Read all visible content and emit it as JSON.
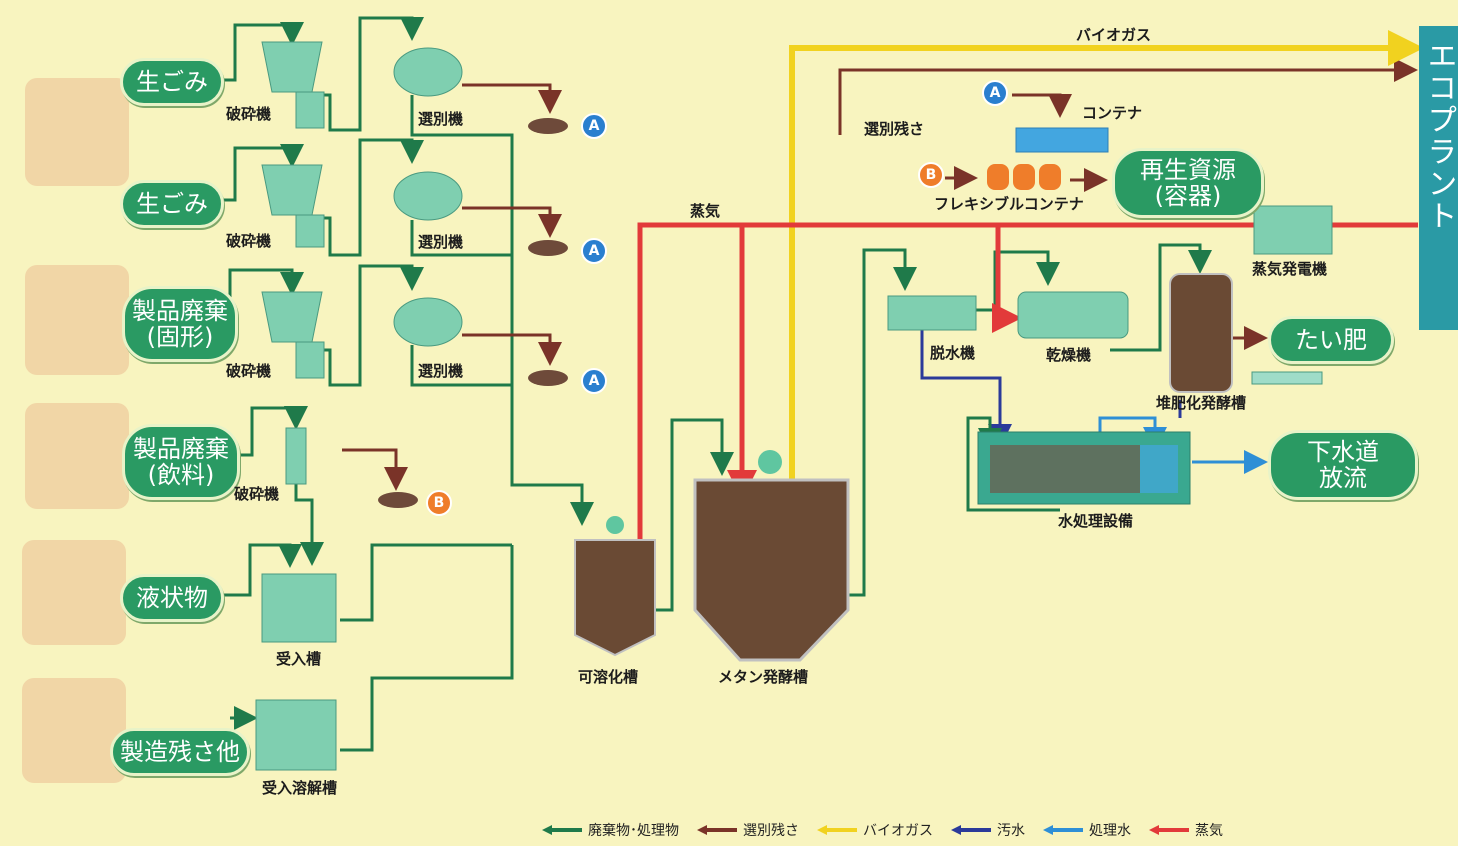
{
  "sources": [
    {
      "label": "生ごみ"
    },
    {
      "label": "生ごみ"
    },
    {
      "label": "製品廃棄\n(固形)"
    },
    {
      "label": "製品廃棄\n(飲料)"
    },
    {
      "label": "液状物"
    },
    {
      "label": "製造残さ他"
    }
  ],
  "equipment": {
    "crusher": "破砕機",
    "sorter": "選別機",
    "receiving_tank": "受入槽",
    "dissolving_tank": "受入溶解槽",
    "solubilization_tank": "可溶化槽",
    "methane_tank": "メタン発酵槽",
    "dehydrator": "脱水機",
    "dryer": "乾燥機",
    "compost_tank": "堆肥化発酵槽",
    "steam_generator": "蒸気発電機",
    "water_treatment": "水処理設備",
    "container": "コンテナ",
    "flexible_container": "フレキシブルコンテナ"
  },
  "flow_labels": {
    "biogas": "バイオガス",
    "steam": "蒸気",
    "sorting_residue": "選別残さ"
  },
  "outputs": {
    "recycled_resource": "再生資源\n(容器)",
    "compost": "たい肥",
    "sewer_discharge": "下水道\n放流",
    "eco_plant": "エコプラント"
  },
  "tags": {
    "a": "A",
    "b": "B"
  },
  "legend": [
    {
      "label": "廃棄物･処理物",
      "color": "#1f7a4a"
    },
    {
      "label": "選別残さ",
      "color": "#7a3328"
    },
    {
      "label": "バイオガス",
      "color": "#f1d21f"
    },
    {
      "label": "汚水",
      "color": "#2b3a9a"
    },
    {
      "label": "処理水",
      "color": "#2e8fd6"
    },
    {
      "label": "蒸気",
      "color": "#e23a3a"
    }
  ],
  "colors": {
    "waste": "#1f7a4a",
    "residue": "#7a3328",
    "biogas": "#f1d21f",
    "sewage": "#2b3a9a",
    "treated": "#2e8fd6",
    "steam": "#e23a3a",
    "pill": "#2a9a63",
    "machine": "#7fcfb0"
  }
}
